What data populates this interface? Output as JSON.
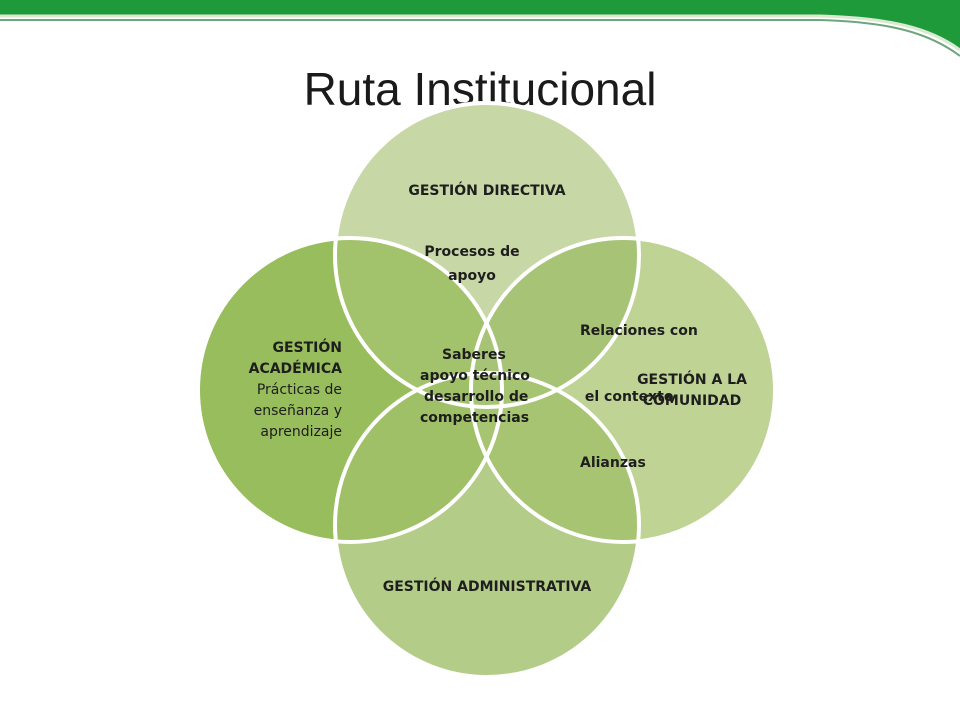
{
  "slide": {
    "title": "Ruta Institucional"
  },
  "diagram": {
    "circles": {
      "directiva": {
        "title": "GESTIÓN DIRECTIVA",
        "note_lines": [
          "Procesos de",
          "apoyo"
        ]
      },
      "comunidad": {
        "title_lines": [
          "GESTIÓN A LA",
          "COMUNIDAD"
        ],
        "note_lines": [
          "Relaciones con",
          " el contexto",
          "Alianzas"
        ]
      },
      "administrativa": {
        "title": "GESTIÓN ADMINISTRATIVA"
      },
      "academica": {
        "title_lines": [
          "GESTIÓN",
          "ACADÉMICA"
        ],
        "note_lines": [
          "Prácticas de",
          "enseñanza y",
          "aprendizaje"
        ]
      }
    },
    "center_lines": [
      "Saberes",
      "apoyo técnico",
      "desarrollo de",
      "competencias"
    ]
  },
  "colors": {
    "banner_green": "#1f9a3a",
    "banner_dark": "#0e6b24",
    "circle_top": "#c7d7a6",
    "circle_right": "#bed394",
    "circle_bottom": "#b3cc87",
    "circle_left": "#97bd5c",
    "overlap": "#a3c26c",
    "outline": "#ffffff"
  }
}
